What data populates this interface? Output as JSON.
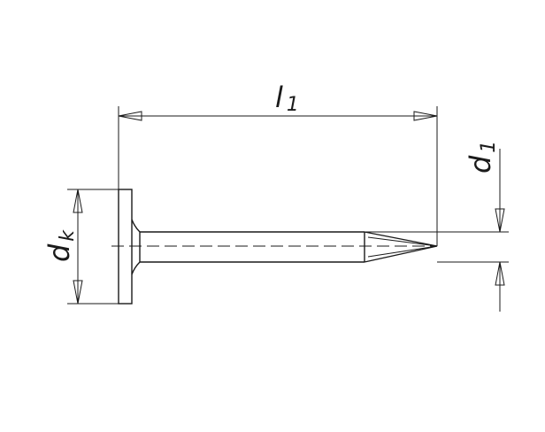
{
  "diagram": {
    "labels": {
      "length": {
        "main": "l",
        "sub": "1"
      },
      "shank_diameter": {
        "main": "d",
        "sub": "1"
      },
      "head_diameter": {
        "main": "d",
        "sub": "k"
      }
    },
    "colors": {
      "line": "#1a1a1a",
      "background": "#ffffff"
    }
  }
}
